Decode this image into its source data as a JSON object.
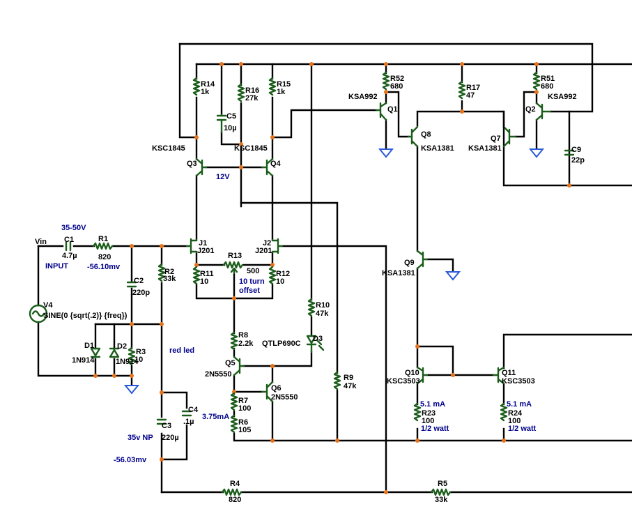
{
  "labels": {
    "R14": "R14",
    "R14v": "1k",
    "R16": "R16",
    "R16v": "27k",
    "R15": "R15",
    "R15v": "1k",
    "C5": "C5",
    "C5v": "10µ",
    "R52": "R52",
    "R52v": "680",
    "Q1t": "KSA992",
    "Q1": "Q1",
    "R17": "R17",
    "R17v": "47",
    "R51": "R51",
    "R51v": "680",
    "Q2t": "KSA992",
    "Q2": "Q2",
    "Q8": "Q8",
    "Q8t": "KSA1381",
    "Q7": "Q7",
    "Q7t": "KSA1381",
    "C9": "C9",
    "C9v": "22p",
    "Q3t": "KSC1845",
    "Q3": "Q3",
    "Q4t": "KSC1845",
    "Q4": "Q4",
    "J1": "J1",
    "J1t": "J201",
    "J2": "J2",
    "J2t": "J201",
    "Vin": "Vin",
    "C1": "C1",
    "C1v": "4.7µ",
    "R1": "R1",
    "R1v": "820",
    "R13": "R13",
    "R13v": "500",
    "R2": "R2",
    "R2v": "33k",
    "R11": "R11",
    "R11v": "10",
    "R12": "R12",
    "R12v": "10",
    "C2": "C2",
    "C2v": "220p",
    "V4": "V4",
    "V4t": "SINE(0 {sqrt(.2)} {freq})",
    "Q9": "Q9",
    "Q9t": "KSA1381",
    "R10": "R10",
    "R10v": "47k",
    "D1": "D1",
    "D1t": "1N914",
    "D2": "D2",
    "D2t": "1N914",
    "R3": "R3",
    "R3v": "10",
    "R8": "R8",
    "R8v": "2.2k",
    "D3": "D3",
    "D3t": "QTLP690C",
    "Q5": "Q5",
    "Q5t": "2N5550",
    "Q6": "Q6",
    "Q6t": "2N5550",
    "R9": "R9",
    "R9v": "47k",
    "Q10": "Q10",
    "Q10t": "KSC3503",
    "Q11": "Q11",
    "Q11t": "KSC3503",
    "R7": "R7",
    "R7v": "100",
    "R6": "R6",
    "R6v": "105",
    "C4": "C4",
    "C4v": ".1µ",
    "C3": "C3",
    "C3v": "220µ",
    "R23": "R23",
    "R23v": "100",
    "R24": "R24",
    "R24v": "100",
    "R4": "R4",
    "R4v": "820",
    "R5": "R5",
    "R5v": "33k"
  },
  "notes": {
    "v12": "12V",
    "v3550": "35-50V",
    "input": "INPUT",
    "mv1": "-56.10mv",
    "turn": "10 turn",
    "offset": "offset",
    "redled": "red led",
    "ma375": "3.75mA",
    "np": "35v NP",
    "mv2": "-56.03mv",
    "ma1": "5.1 mA",
    "ma2": "5.1 mA",
    "w1": "1/2 watt",
    "w2": "1/2 watt"
  },
  "colors": {
    "wire": "#000000",
    "component": "#1a5c1a",
    "ground": "#2a5ad8",
    "junction": "#e8731a",
    "annotation": "#00008b",
    "background": "#ffffff"
  }
}
